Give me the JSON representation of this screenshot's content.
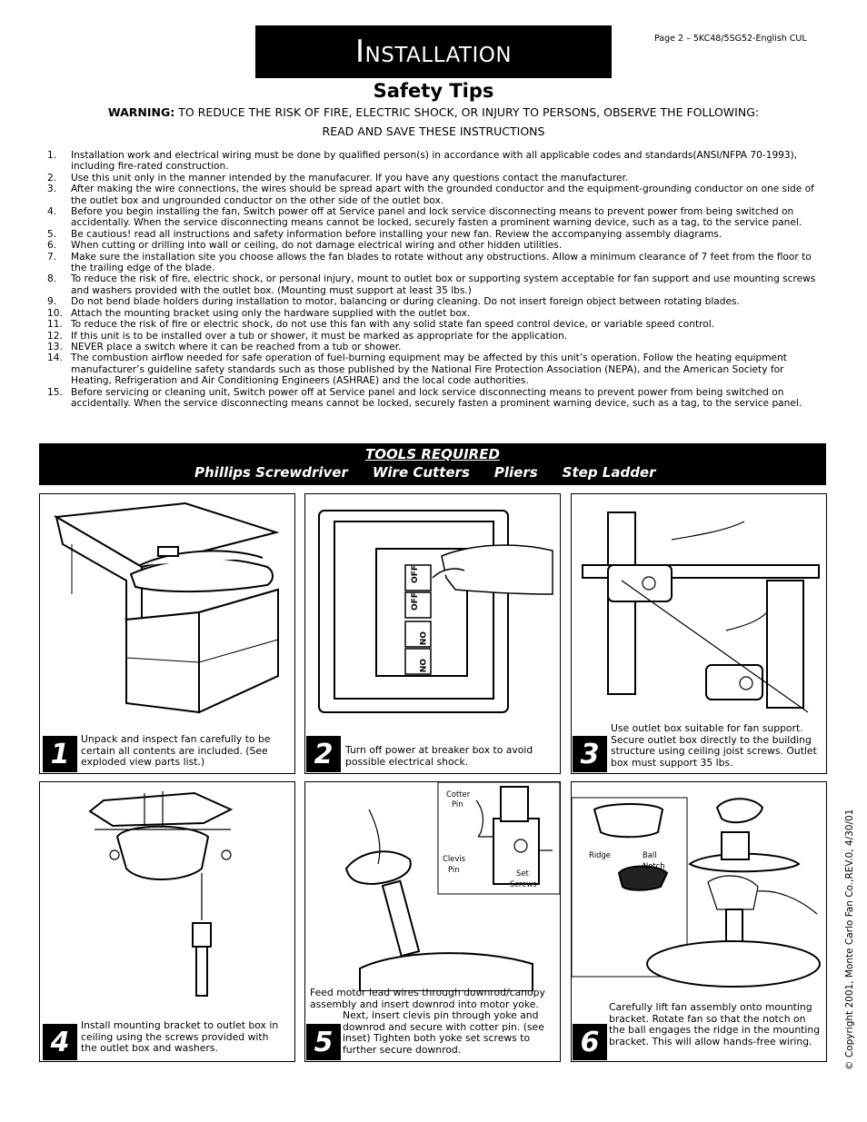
{
  "header": {
    "title_first": "I",
    "title_rest": "NSTALLATION",
    "page_ref": "Page 2 – 5KC48/5SG52-English CUL"
  },
  "safety": {
    "title": "Safety Tips",
    "warning_label": "WARNING:",
    "warning_text": " TO REDUCE THE RISK OF FIRE, ELECTRIC SHOCK, OR INJURY TO PERSONS, OBSERVE THE FOLLOWING:",
    "read_save": "READ  AND SAVE THESE INSTRUCTIONS",
    "rules": [
      {
        "n": "1.",
        "t": "Installation work and electrical wiring must be done by qualified person(s) in accordance with all applicable codes and standards(ANSI/NFPA 70-1993), including fire-rated construction."
      },
      {
        "n": "2.",
        "t": "Use this unit only in the manner intended by the manufacurer.  If you have  any questions contact the manufacturer."
      },
      {
        "n": "3.",
        "t": "After making the wire connections, the wires should be spread apart with the grounded conductor and the equipment-grounding conductor on one side of the outlet box and ungrounded conductor on the other side of the outlet box."
      },
      {
        "n": "4.",
        "t": "Before you begin installing the fan, Switch power off at Service panel and lock service disconnecting means to prevent power from being switched on accidentally.  When the service disconnecting means cannot be locked, securely fasten a prominent warning device, such  as a tag, to the service panel."
      },
      {
        "n": "5.",
        "t": "Be cautious! read all instructions and safety information before installing your new fan. Review the accompanying assembly diagrams."
      },
      {
        "n": "6.",
        "t": "When cutting or drilling into wall or ceiling, do not damage electrical wiring and other hidden utilities."
      },
      {
        "n": "7.",
        "t": "Make sure the installation site you choose allows the fan blades to rotate without any obstructions. Allow a minimum clearance of 7 feet from the floor to the trailing edge of the blade."
      },
      {
        "n": "8.",
        "t": "To reduce the risk of fire, electric shock, or personal injury, mount to outlet box or supporting system acceptable for fan support and use mounting screws and washers provided with the outlet box.            (Mounting must support at least 35 lbs.)"
      },
      {
        "n": "9.",
        "t": "Do not bend blade holders during installation to motor, balancing or during cleaning.  Do not insert foreign object between rotating blades."
      },
      {
        "n": "10.",
        "t": "Attach the mounting bracket using only the hardware supplied with the outlet box."
      },
      {
        "n": "11.",
        "t": "To reduce the risk of fire or electric shock, do not use this fan with any solid state fan speed control device, or variable speed control."
      },
      {
        "n": "12.",
        "t": "If this unit is to be installed over a tub or shower, it must be marked as appropriate for the application."
      },
      {
        "n": "13.",
        "t": "NEVER place a switch where it can be reached from a tub or shower."
      },
      {
        "n": "14.",
        "t": "The combustion airflow needed for safe operation of fuel-burning equipment may be affected by this unit’s operation. Follow the heating equipment manufacturer’s guideline safety standards such as those published by the National Fire Protection Association (NEPA), and the American Society for Heating, Refrigeration and Air Conditioning Engineers (ASHRAE) and the local code authorities."
      },
      {
        "n": "15.",
        "t": "Before servicing or cleaning unit, Switch power off at Service panel and lock service disconnecting means to prevent power from being switched on accidentally.  When the service disconnecting means cannot be locked, securely fasten a prominent warning device, such  as a tag, to the service panel."
      }
    ]
  },
  "tools": {
    "heading": "TOOLS REQUIRED",
    "items": [
      "Phillips Screwdriver",
      "Wire Cutters",
      "Pliers",
      "Step Ladder"
    ]
  },
  "steps": [
    {
      "num": "1",
      "caption": "Unpack and inspect fan carefully to be certain all contents are included. (See exploded view parts list.)"
    },
    {
      "num": "2",
      "caption": "Turn off power at breaker box to avoid possible electrical shock.",
      "breaker_labels": [
        "OFF",
        "OFF",
        "ON",
        "ON"
      ]
    },
    {
      "num": "3",
      "caption": "Use outlet box suitable for fan support. Secure outlet box directly to the building structure using ceiling joist screws. Outlet box must support 35 lbs."
    },
    {
      "num": "4",
      "caption": "Install mounting bracket to outlet box in ceiling using the screws provided with the outlet box and washers."
    },
    {
      "num": "5",
      "caption_a": "Feed motor lead wires through downrod/canopy assembly and insert downrod into motor yoke.",
      "caption_b": "Next, insert clevis pin through yoke and downrod and secure with cotter pin. (see inset) Tighten both yoke set screws to further secure downrod.",
      "labels": {
        "cotter_a": "Cotter",
        "cotter_b": "Pin",
        "clevis_a": "Clevis",
        "clevis_b": "Pin",
        "set_a": "Set",
        "set_b": "Screws"
      }
    },
    {
      "num": "6",
      "caption": "Carefully lift fan assembly onto mounting bracket. Rotate fan so that the notch on the ball engages the ridge in the mounting bracket. This will allow hands-free wiring.",
      "labels": {
        "ridge": "Ridge",
        "ball_a": "Ball",
        "ball_b": "Notch"
      }
    }
  ],
  "footer": {
    "copyright": "© Copyright 2001, Monte Carlo Fan Co.,REV.0, 4/30/01"
  }
}
